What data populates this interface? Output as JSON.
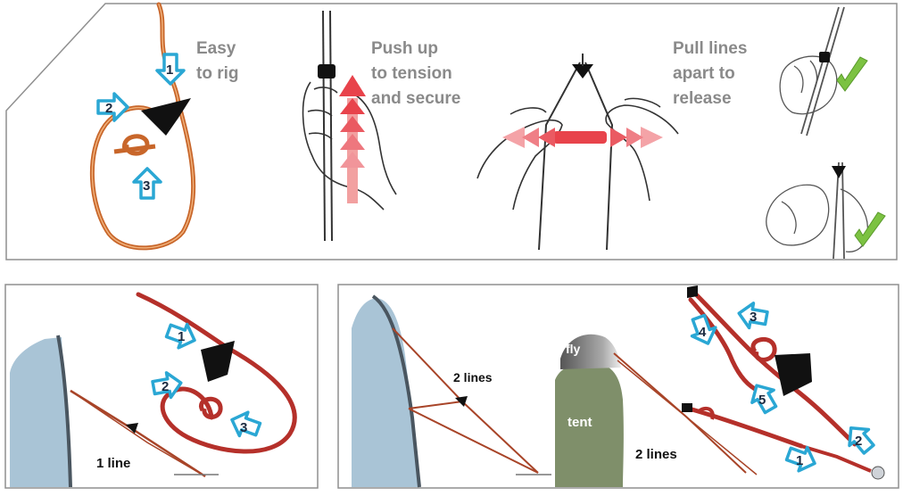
{
  "top": {
    "label_rig_1": "Easy",
    "label_rig_2": "to rig",
    "label_push_1": "Push up",
    "label_push_2": "to tension",
    "label_push_3": "and secure",
    "label_pull_1": "Pull lines",
    "label_pull_2": "apart to",
    "label_pull_3": "release",
    "step_1": "1",
    "step_2": "2",
    "step_3": "3"
  },
  "bottom_left": {
    "lines_label": "1 line",
    "step_1": "1",
    "step_2": "2",
    "step_3": "3"
  },
  "bottom_right": {
    "two_lines_upper": "2 lines",
    "two_lines_lower": "2 lines",
    "fly_label": "fly",
    "tent_label": "tent",
    "step_1": "1",
    "step_2": "2",
    "step_3": "3",
    "step_4": "4",
    "step_5": "5"
  },
  "colors": {
    "cord": "#c8662a",
    "cord_red": "#b5302a",
    "arrow_outline": "#2aa7d4",
    "arrow_push": "#e8434b",
    "check": "#7cc242",
    "wall": "#a9c4d6",
    "tent": "#7f8f6a",
    "text_grey": "#8a8a8a"
  }
}
